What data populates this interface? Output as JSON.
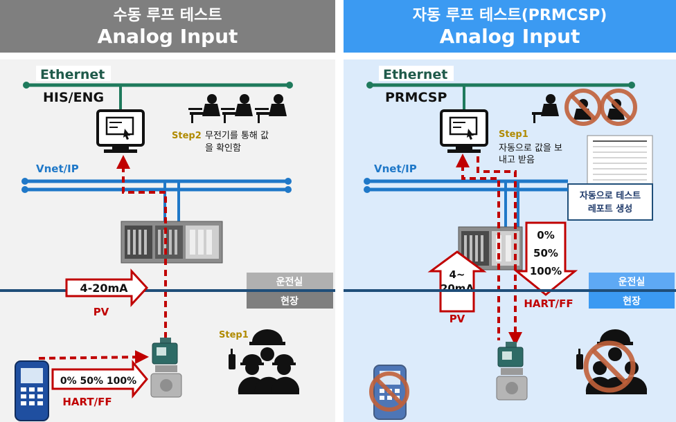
{
  "left": {
    "header_title": "수동 루프 테스트",
    "header_subtitle": "Analog Input",
    "ethernet": "Ethernet",
    "station": "HIS/ENG",
    "vnet": "Vnet/IP",
    "step2_tag": "Step2",
    "step2_line1": "무전기를 통해 값",
    "step2_line2": "을 확인함",
    "signal": "4-20mA",
    "pv": "PV",
    "control_room": "운전실",
    "field": "현장",
    "step1_tag": "Step1",
    "hart_values": "0% 50% 100%",
    "hart": "HART/FF"
  },
  "right": {
    "header_title": "자동 루프 테스트(PRMCSP)",
    "header_subtitle": "Analog Input",
    "ethernet": "Ethernet",
    "station": "PRMCSP",
    "vnet": "Vnet/IP",
    "step1_tag": "Step1",
    "step1_line1": "자동으로 값을 보",
    "step1_line2": "내고 받음",
    "report_line1": "자동으로 테스트",
    "report_line2": "레포트 생성",
    "arrow_up_line1": "4~",
    "arrow_up_line2": "20mA",
    "pv": "PV",
    "pct_0": "0%",
    "pct_50": "50%",
    "pct_100": "100%",
    "hart": "HART/FF",
    "control_room": "운전실",
    "field": "현장"
  },
  "colors": {
    "left_header": "#7f7f7f",
    "right_header": "#3b9af2",
    "ethernet_line": "#1f7a5c",
    "vnet_line": "#1f78c8",
    "signal_red": "#c00000",
    "step_gold": "#b08a00",
    "prohibit": "#c0603a"
  },
  "icons": [
    "monitor-icon",
    "operator-icon",
    "controller-icon",
    "transmitter-icon",
    "field-worker-icon",
    "hart-communicator-icon",
    "report-document-icon",
    "prohibited-icon"
  ]
}
